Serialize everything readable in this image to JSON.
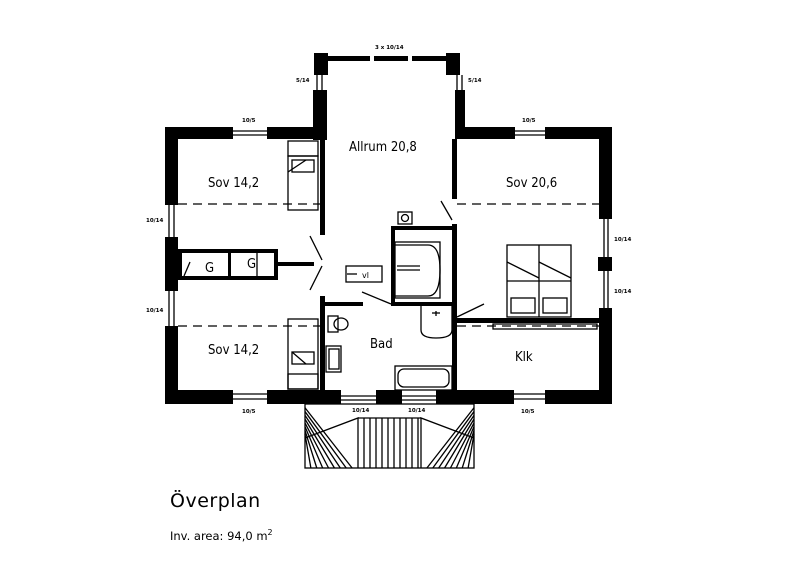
{
  "rooms": {
    "allrum": "Allrum 20,8",
    "sov_top_left": "Sov 14,2",
    "sov_top_right": "Sov 20,6",
    "sov_bottom_left": "Sov 14,2",
    "bad": "Bad",
    "klk": "Klk",
    "g1": "G",
    "g2": "G",
    "vl": "vl"
  },
  "windows": {
    "top_bay": "3 x 10/14",
    "bay_left": "5/14",
    "bay_right": "5/14",
    "top_left": "10/5",
    "top_right": "10/5",
    "left_upper": "10/14",
    "left_lower": "10/14",
    "right_upper": "10/14",
    "right_lower": "10/14",
    "bottom_left": "10/5",
    "bottom_mid_left": "10/14",
    "bottom_mid_right": "10/14",
    "bottom_right": "10/5"
  },
  "footer": {
    "title": "Överplan",
    "area_label": "Inv. area: 94,0 m",
    "area_sup": "2"
  }
}
